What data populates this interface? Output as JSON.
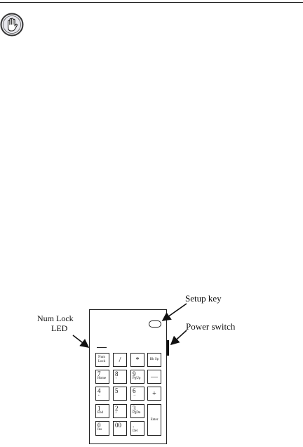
{
  "figure": {
    "setup_key_label": "Setup key",
    "num_lock_line1": "Num Lock",
    "num_lock_line2": "LED",
    "power_switch_label": "Power switch"
  },
  "keys": {
    "numlock": {
      "line1": "Num",
      "line2": "Lock"
    },
    "slash": "/",
    "asterisk": "*",
    "backspace": "Bk Sp",
    "k7": {
      "main": "7",
      "sub": "Home"
    },
    "k8": {
      "main": "8",
      "sub": "↑"
    },
    "k9": {
      "main": "9",
      "sub": "PgUp"
    },
    "minus": "—",
    "k4": {
      "main": "4",
      "sub": "←"
    },
    "k5": "5",
    "k6": {
      "main": "6",
      "sub": "→"
    },
    "plus": "+",
    "k1": {
      "main": "1",
      "sub": "End"
    },
    "k2": {
      "main": "2",
      "sub": "↓"
    },
    "k3": {
      "main": "3",
      "sub": "PgDn"
    },
    "enter": "Enter",
    "k0": {
      "main": "0",
      "sub": "Ins"
    },
    "k00": "00",
    "dot": {
      "main": ".",
      "sub": "Del"
    }
  },
  "icons": {
    "warning": "hand-stop-icon"
  }
}
